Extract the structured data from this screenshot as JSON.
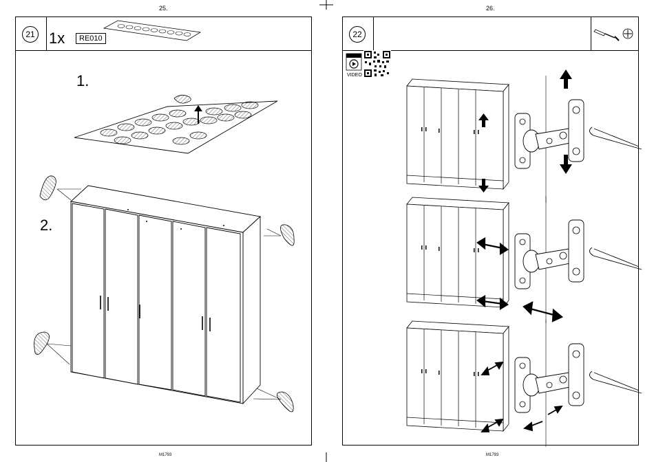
{
  "left_page": {
    "page_number": "25.",
    "step_number": "21",
    "quantity": "1x",
    "part_code": "RE010",
    "substep_1": "1.",
    "substep_2": "2.",
    "footer": "M1793"
  },
  "right_page": {
    "page_number": "26.",
    "step_number": "22",
    "video_label": "VIDEO",
    "footer": "M1793",
    "tool_icons": [
      "screwdriver-icon",
      "phillips-head-icon"
    ]
  }
}
